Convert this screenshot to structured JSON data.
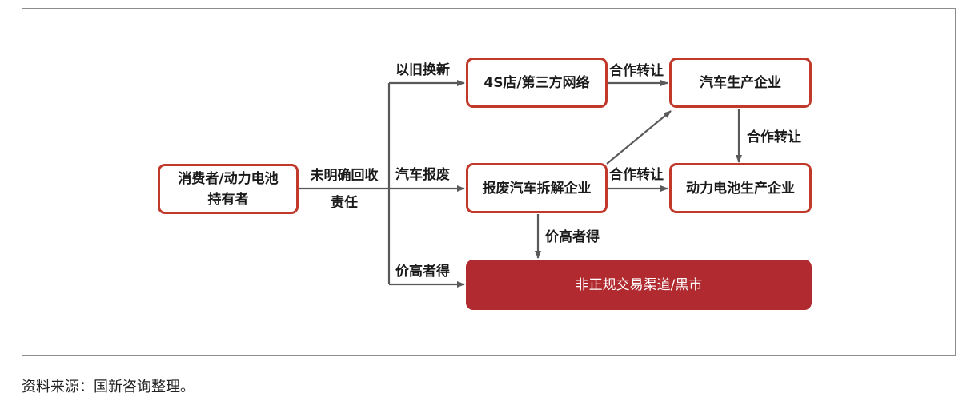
{
  "colors": {
    "box_border": "#c0392b",
    "dark_fill": "#b02a30",
    "arrow": "#5a5a5a",
    "frame": "#8c8c8c"
  },
  "nodes": {
    "consumer_line1": "消费者/动力电池",
    "consumer_line2": "持有者",
    "dealer": "4S店/第三方网络",
    "automaker": "汽车生产企业",
    "dismantler": "报废汽车拆解企业",
    "battery_maker": "动力电池生产企业",
    "black_market": "非正规交易渠道/黑市"
  },
  "edges": {
    "responsibility_line1": "未明确回收",
    "responsibility_line2": "责任",
    "trade_in": "以旧换新",
    "scrap": "汽车报废",
    "highest_bidder_left": "价高者得",
    "highest_bidder_mid": "价高者得",
    "transfer_top": "合作转让",
    "transfer_right": "合作转让",
    "transfer_mid": "合作转让"
  },
  "source": "资料来源：国新咨询整理。"
}
